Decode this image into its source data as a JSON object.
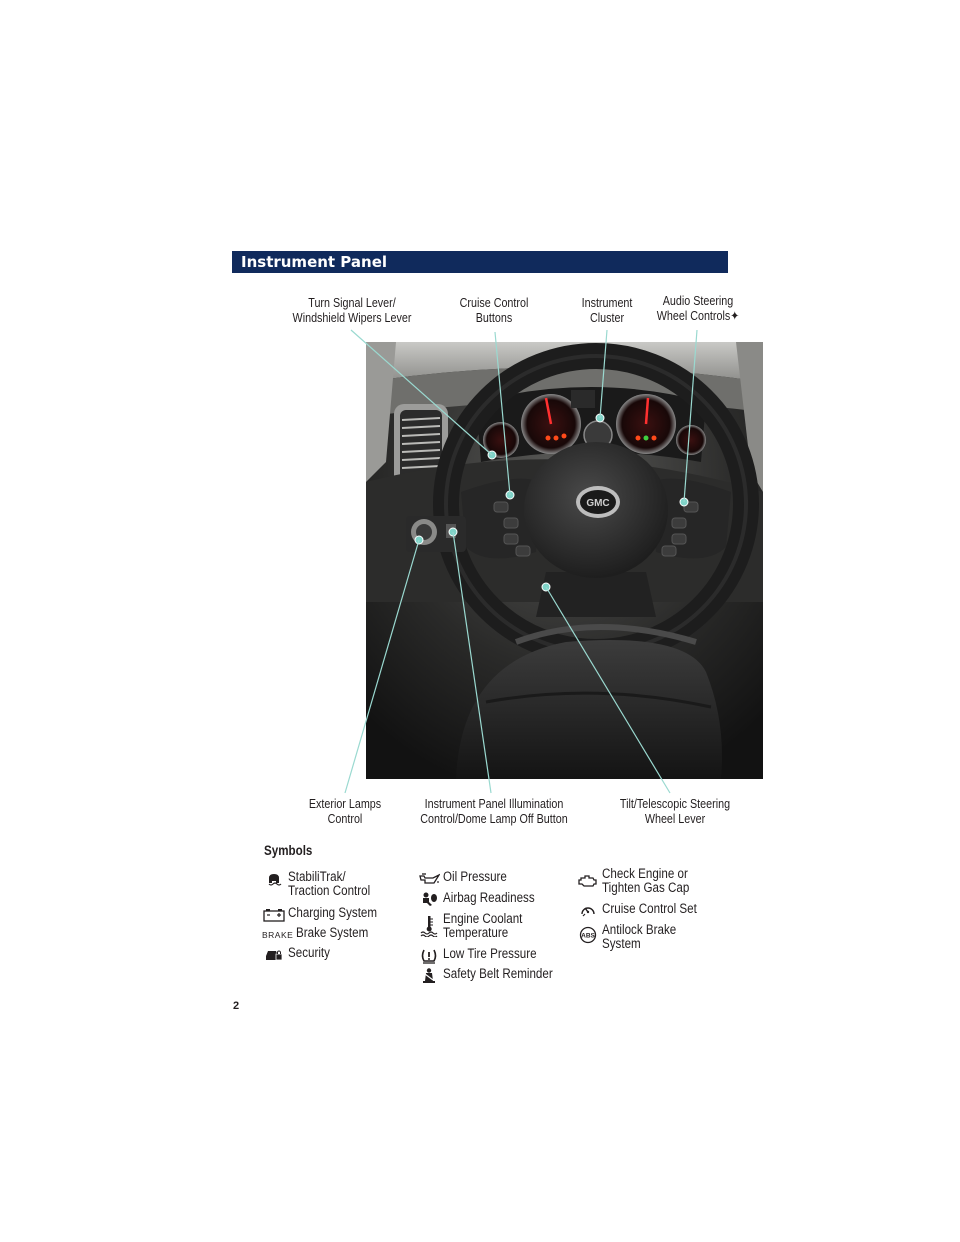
{
  "header": {
    "title": "Instrument Panel"
  },
  "callouts": {
    "turn_signal": {
      "line1": "Turn Signal Lever/",
      "line2": "Windshield Wipers Lever"
    },
    "cruise": {
      "line1": "Cruise Control",
      "line2": "Buttons"
    },
    "cluster": {
      "line1": "Instrument",
      "line2": "Cluster"
    },
    "audio": {
      "line1": "Audio Steering",
      "line2": "Wheel Controls✦"
    },
    "exterior": {
      "line1": "Exterior Lamps",
      "line2": "Control"
    },
    "illumination": {
      "line1": "Instrument Panel Illumination",
      "line2": "Control/Dome Lamp Off Button"
    },
    "tilt": {
      "line1": "Tilt/Telescopic Steering",
      "line2": "Wheel Lever"
    }
  },
  "photo": {
    "logo_text": "GMC"
  },
  "symbols": {
    "title": "Symbols",
    "col1": [
      {
        "icon": "stabilitrak-icon",
        "line1": "StabiliTrak/",
        "line2": "Traction Control"
      },
      {
        "icon": "battery-icon",
        "line1": "Charging System",
        "line2": ""
      },
      {
        "icon": "brake-icon",
        "icon_text": "BRAKE",
        "line1": "Brake System",
        "line2": ""
      },
      {
        "icon": "security-icon",
        "line1": "Security",
        "line2": ""
      }
    ],
    "col2": [
      {
        "icon": "oil-can-icon",
        "line1": "Oil Pressure",
        "line2": ""
      },
      {
        "icon": "airbag-icon",
        "line1": "Airbag Readiness",
        "line2": ""
      },
      {
        "icon": "coolant-icon",
        "line1": "Engine Coolant",
        "line2": "Temperature"
      },
      {
        "icon": "tire-pressure-icon",
        "line1": "Low Tire Pressure",
        "line2": ""
      },
      {
        "icon": "seatbelt-icon",
        "line1": "Safety Belt Reminder",
        "line2": ""
      }
    ],
    "col3": [
      {
        "icon": "check-engine-icon",
        "line1": "Check Engine or",
        "line2": "Tighten Gas Cap"
      },
      {
        "icon": "cruise-set-icon",
        "line1": "Cruise Control Set",
        "line2": ""
      },
      {
        "icon": "abs-icon",
        "icon_text": "ABS",
        "line1": "Antilock Brake",
        "line2": "System"
      }
    ]
  },
  "page": {
    "number": "2"
  },
  "colors": {
    "header_bg": "#102a5c",
    "callout_dot": "#7fd3c8",
    "leader_line": "#9ad9d0"
  }
}
